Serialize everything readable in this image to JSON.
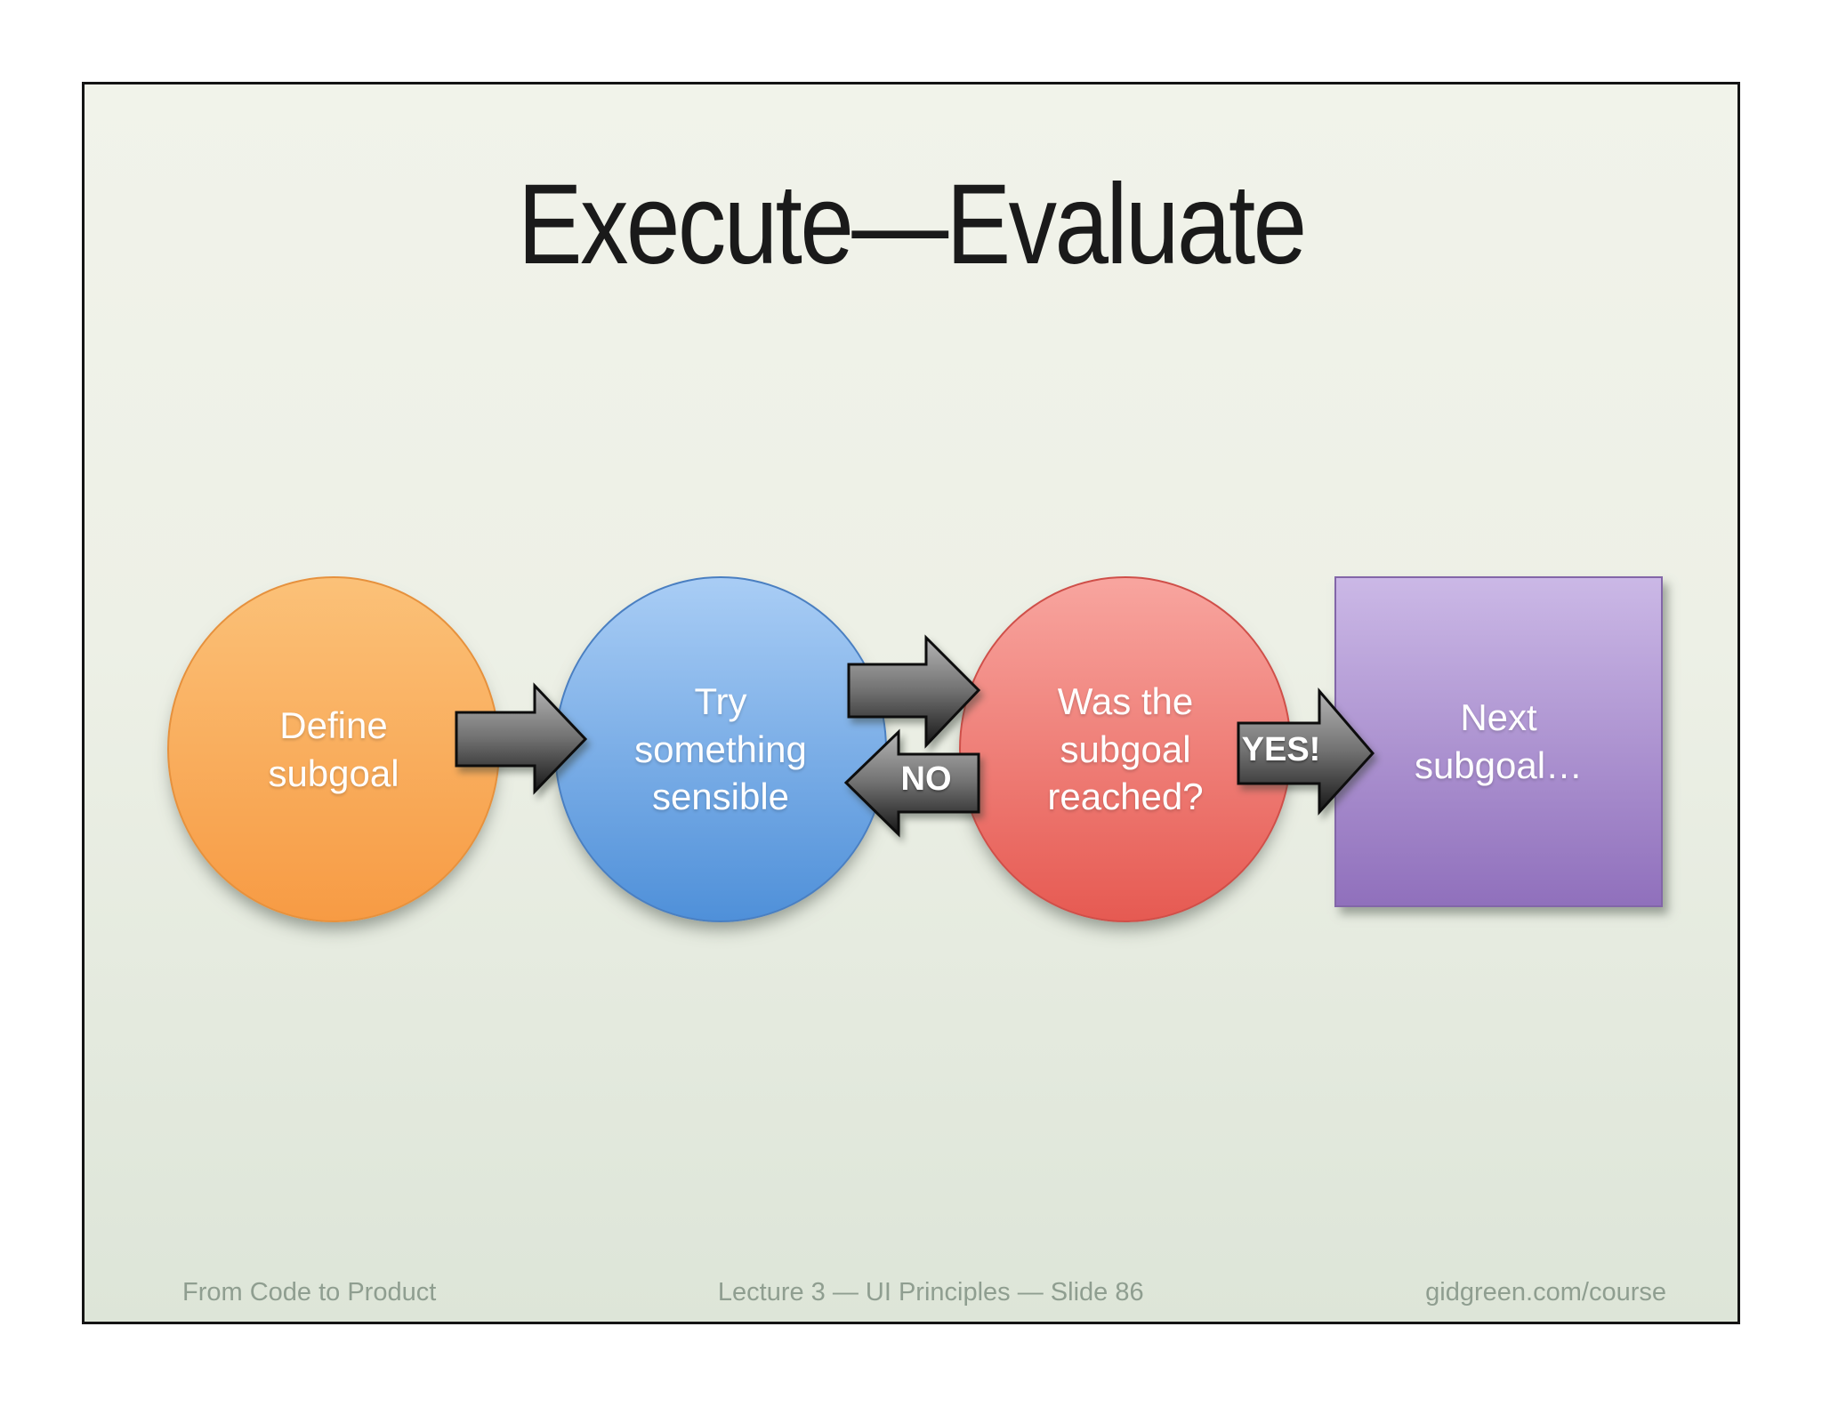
{
  "slide": {
    "title": "Execute—Evaluate",
    "diagram": {
      "nodes": [
        {
          "id": "define-subgoal",
          "label": "Define subgoal",
          "shape": "circle",
          "fill_top": "#FBC178",
          "fill_bottom": "#F79B44"
        },
        {
          "id": "try-something-sensible",
          "label": "Try something sensible",
          "shape": "circle",
          "fill_top": "#A9CDF5",
          "fill_bottom": "#4F90D9"
        },
        {
          "id": "was-subgoal-reached",
          "label": "Was the subgoal reached?",
          "shape": "circle",
          "fill_top": "#F8A59F",
          "fill_bottom": "#E65A52"
        },
        {
          "id": "next-subgoal",
          "label": "Next subgoal…",
          "shape": "square",
          "fill_top": "#CBB8E6",
          "fill_bottom": "#9070BC"
        }
      ],
      "connectors": [
        {
          "id": "define-to-try",
          "direction": "right",
          "label": ""
        },
        {
          "id": "try-to-was",
          "direction": "right",
          "label": ""
        },
        {
          "id": "was-to-try-no",
          "direction": "left",
          "label": "NO"
        },
        {
          "id": "was-to-next-yes",
          "direction": "right",
          "label": "YES!"
        }
      ],
      "arrow_colors": {
        "top": "#B5B5B5",
        "middle": "#707070",
        "bottom": "#161616"
      }
    },
    "footer": {
      "left": "From Code to Product",
      "center": "Lecture 3 — UI Principles — Slide 86",
      "right": "gidgreen.com/course"
    }
  }
}
